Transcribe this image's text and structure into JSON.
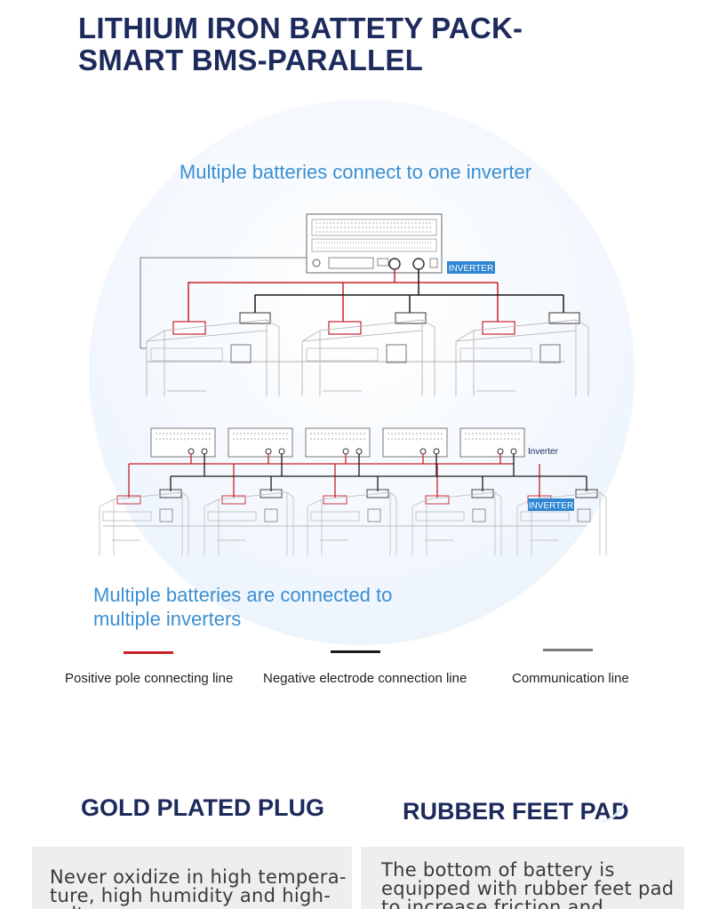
{
  "header": {
    "title_line1": "LITHIUM IRON BATTETY PACK-",
    "title_line2": "SMART BMS-PARALLEL"
  },
  "diagram_single": {
    "subtitle": "Multiple batteries connect to one inverter",
    "inverter_label": "INVERTER"
  },
  "diagram_multi": {
    "inverter_label_small": "Inverter",
    "inverter_label_box": "INVERTER",
    "subtitle_line1": "Multiple batteries are connected to",
    "subtitle_line2": "multiple inverters"
  },
  "legend": {
    "positive": {
      "label": "Positive pole connecting line",
      "color": "#c8202a"
    },
    "negative": {
      "label": "Negative electrode connection line",
      "color": "#1a1a1a"
    },
    "communication": {
      "label": "Communication line",
      "color": "#7a7a7a"
    }
  },
  "features": {
    "gold_title": "GOLD PLATED PLUG",
    "gold_text_line1": "Never oxidize in high tempera-",
    "gold_text_line2": "ture, high humidity and high-salt",
    "rubber_title": "RUBBER FEET PAD",
    "rubber_text_line1": "The bottom of battery is",
    "rubber_text_line2": "equipped with rubber feet pad",
    "rubber_text_line3": "to increase friction and stability"
  },
  "colors": {
    "navy": "#1d2a5c",
    "accent_blue": "#3b8fd1",
    "label_blue": "#2f86d2"
  }
}
